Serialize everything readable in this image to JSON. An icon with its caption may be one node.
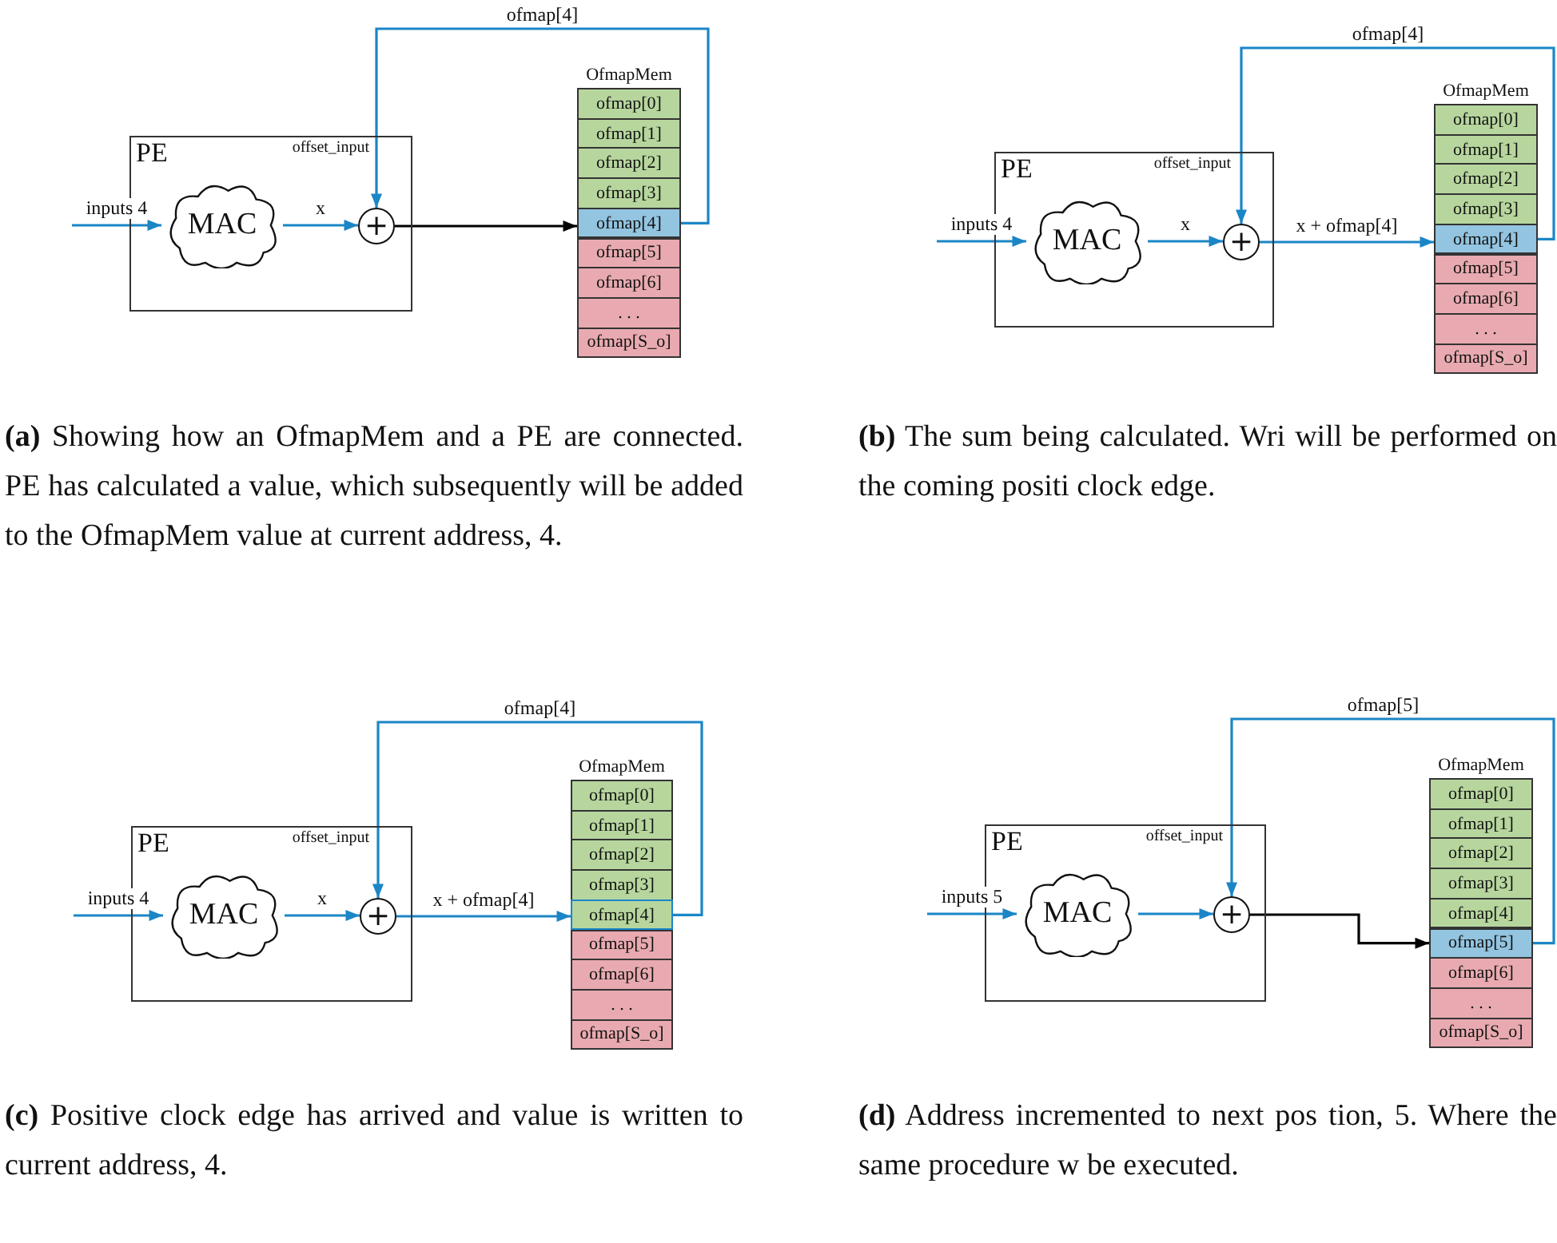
{
  "diagram": {
    "nodes": [
      {
        "text": [
          "PE",
          "offset_input"
        ]
      },
      {
        "text": [
          "MAC"
        ],
        "in": 0
      },
      {
        "text": [
          "+"
        ],
        "in": 0
      },
      {
        "text": [
          "OfmapMem"
        ]
      },
      {
        "text": [
          "ofmap[0]"
        ],
        "in": 3
      },
      {
        "text": [
          "ofmap[1]"
        ],
        "in": 3
      },
      {
        "text": [
          "ofmap[2]"
        ],
        "in": 3
      },
      {
        "text": [
          "ofmap[3]"
        ],
        "in": 3
      },
      {
        "text": [
          "ofmap[4]"
        ],
        "in": 3
      },
      {
        "text": [
          "ofmap[5]"
        ],
        "in": 3
      },
      {
        "text": [
          "ofmap[6]"
        ],
        "in": 3
      },
      {
        "text": [
          ". . ."
        ],
        "in": 3
      },
      {
        "text": [
          "ofmap[S_o]"
        ],
        "in": 3
      },
      {
        "text": [
          "PE",
          "offset_input"
        ]
      },
      {
        "text": [
          "MAC"
        ],
        "in": 13
      },
      {
        "text": [
          "+"
        ],
        "in": 13
      },
      {
        "text": [
          "OfmapMem"
        ]
      },
      {
        "text": [
          "ofmap[0]"
        ],
        "in": 16
      },
      {
        "text": [
          "ofmap[1]"
        ],
        "in": 16
      },
      {
        "text": [
          "ofmap[2]"
        ],
        "in": 16
      },
      {
        "text": [
          "ofmap[3]"
        ],
        "in": 16
      },
      {
        "text": [
          "ofmap[4]"
        ],
        "in": 16
      },
      {
        "text": [
          "ofmap[5]"
        ],
        "in": 16
      },
      {
        "text": [
          "ofmap[6]"
        ],
        "in": 16
      },
      {
        "text": [
          ". . ."
        ],
        "in": 16
      },
      {
        "text": [
          "ofmap[S_o]"
        ],
        "in": 16
      },
      {
        "text": [
          "PE",
          "offset_input"
        ]
      },
      {
        "text": [
          "MAC"
        ],
        "in": 26
      },
      {
        "text": [
          "+"
        ],
        "in": 26
      },
      {
        "text": [
          "OfmapMem"
        ]
      },
      {
        "text": [
          "ofmap[0]"
        ],
        "in": 29
      },
      {
        "text": [
          "ofmap[1]"
        ],
        "in": 29
      },
      {
        "text": [
          "ofmap[2]"
        ],
        "in": 29
      },
      {
        "text": [
          "ofmap[3]"
        ],
        "in": 29
      },
      {
        "text": [
          "ofmap[4]"
        ],
        "in": 29
      },
      {
        "text": [
          "ofmap[5]"
        ],
        "in": 29
      },
      {
        "text": [
          "ofmap[6]"
        ],
        "in": 29
      },
      {
        "text": [
          ". . ."
        ],
        "in": 29
      },
      {
        "text": [
          "ofmap[S_o]"
        ],
        "in": 29
      },
      {
        "text": [
          "PE",
          "offset_input"
        ]
      },
      {
        "text": [
          "MAC"
        ],
        "in": 39
      },
      {
        "text": [
          "+"
        ],
        "in": 39
      },
      {
        "text": [
          "OfmapMem"
        ]
      },
      {
        "text": [
          "ofmap[0]"
        ],
        "in": 42
      },
      {
        "text": [
          "ofmap[1]"
        ],
        "in": 42
      },
      {
        "text": [
          "ofmap[2]"
        ],
        "in": 42
      },
      {
        "text": [
          "ofmap[3]"
        ],
        "in": 42
      },
      {
        "text": [
          "ofmap[4]"
        ],
        "in": 42
      },
      {
        "text": [
          "ofmap[5]"
        ],
        "in": 42
      },
      {
        "text": [
          "ofmap[6]"
        ],
        "in": 42
      },
      {
        "text": [
          ". . ."
        ],
        "in": 42
      },
      {
        "text": [
          "ofmap[S_o]"
        ],
        "in": 42
      }
    ],
    "edges": [
      {
        "from": null,
        "to": 1,
        "arrow": "to",
        "label": "inputs 4"
      },
      {
        "from": 1,
        "to": 2,
        "arrow": "to",
        "label": "x"
      },
      {
        "from": 2,
        "to": 8,
        "arrow": "to",
        "color": "#000000"
      },
      {
        "from": 8,
        "to": 2,
        "arrow": "to",
        "label": "ofmap[4]"
      },
      {
        "from": null,
        "to": 14,
        "arrow": "to",
        "label": "inputs 4"
      },
      {
        "from": 14,
        "to": 15,
        "arrow": "to",
        "label": "x"
      },
      {
        "from": 15,
        "to": 21,
        "arrow": "to",
        "label": "x + ofmap[4]"
      },
      {
        "from": 21,
        "to": 15,
        "arrow": "to",
        "label": "ofmap[4]"
      },
      {
        "from": null,
        "to": 27,
        "arrow": "to",
        "label": "inputs 4"
      },
      {
        "from": 27,
        "to": 28,
        "arrow": "to",
        "label": "x"
      },
      {
        "from": 28,
        "to": 34,
        "arrow": "to",
        "label": "x + ofmap[4]"
      },
      {
        "from": 34,
        "to": 28,
        "arrow": "to",
        "label": "ofmap[4]"
      },
      {
        "from": null,
        "to": 40,
        "arrow": "to",
        "label": "inputs 5"
      },
      {
        "from": 40,
        "to": 41,
        "arrow": "to"
      },
      {
        "from": 41,
        "to": 48,
        "arrow": "to",
        "color": "#000000"
      },
      {
        "from": 48,
        "to": 41,
        "arrow": "to",
        "label": "ofmap[5]"
      }
    ],
    "labels": [
      "**(a)** Showing how an OfmapMem and a PE are connected. PE has calculated a value, which subsequently will be added to the OfmapMem value at current address, 4.",
      "**(b)** The sum being calculated. Wri will be performed on the coming positi clock edge.",
      "**(c)** Positive clock edge has arrived and value is written to current address, 4.",
      "**(d)** Address incremented to next pos tion, 5. Where the same procedure w be executed."
    ]
  }
}
